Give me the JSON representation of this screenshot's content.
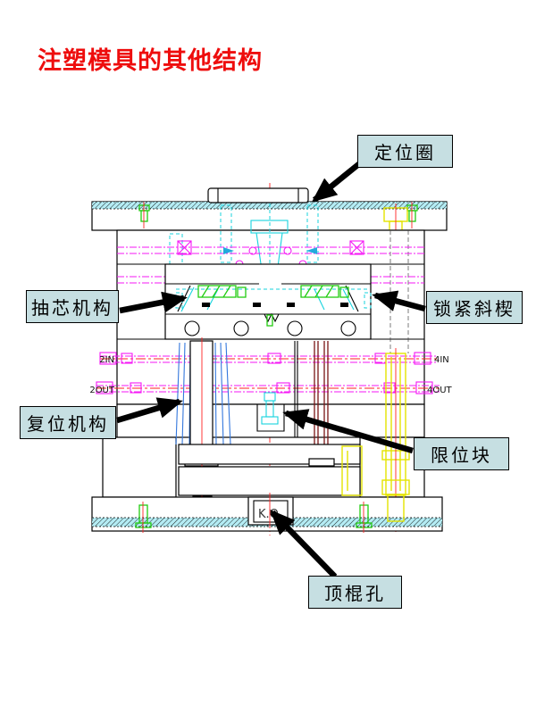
{
  "title": {
    "text": "注塑模具的其他结构",
    "color": "#ee0d0d"
  },
  "callouts": [
    {
      "id": "locating-ring",
      "label": "定位圈"
    },
    {
      "id": "core-pulling",
      "label": "抽芯机构"
    },
    {
      "id": "locking-wedge",
      "label": "锁紧斜楔"
    },
    {
      "id": "return-mechanism",
      "label": "复位机构"
    },
    {
      "id": "limit-block",
      "label": "限位块"
    },
    {
      "id": "ejector-rod-hole",
      "label": "顶棍孔"
    }
  ],
  "callout_style": {
    "fill": "#c6dfe2",
    "border": "#000000"
  },
  "drawing": {
    "ports": {
      "left_in": "2IN",
      "left_out": "2OUT",
      "right_in": "4IN",
      "right_out": "4OUT"
    },
    "ko_label": "K.O",
    "colors": {
      "centerline_red": "#ff2222",
      "coolant_magenta": "#f517f5",
      "water_cyan": "#17d3de",
      "slide_green": "#22cc11",
      "pillar_yellow": "#e3e300",
      "return_pin_blue": "#3377dd",
      "ejector_dark_red": "#7a1515",
      "hatch_band": "#b4ecf4"
    }
  }
}
